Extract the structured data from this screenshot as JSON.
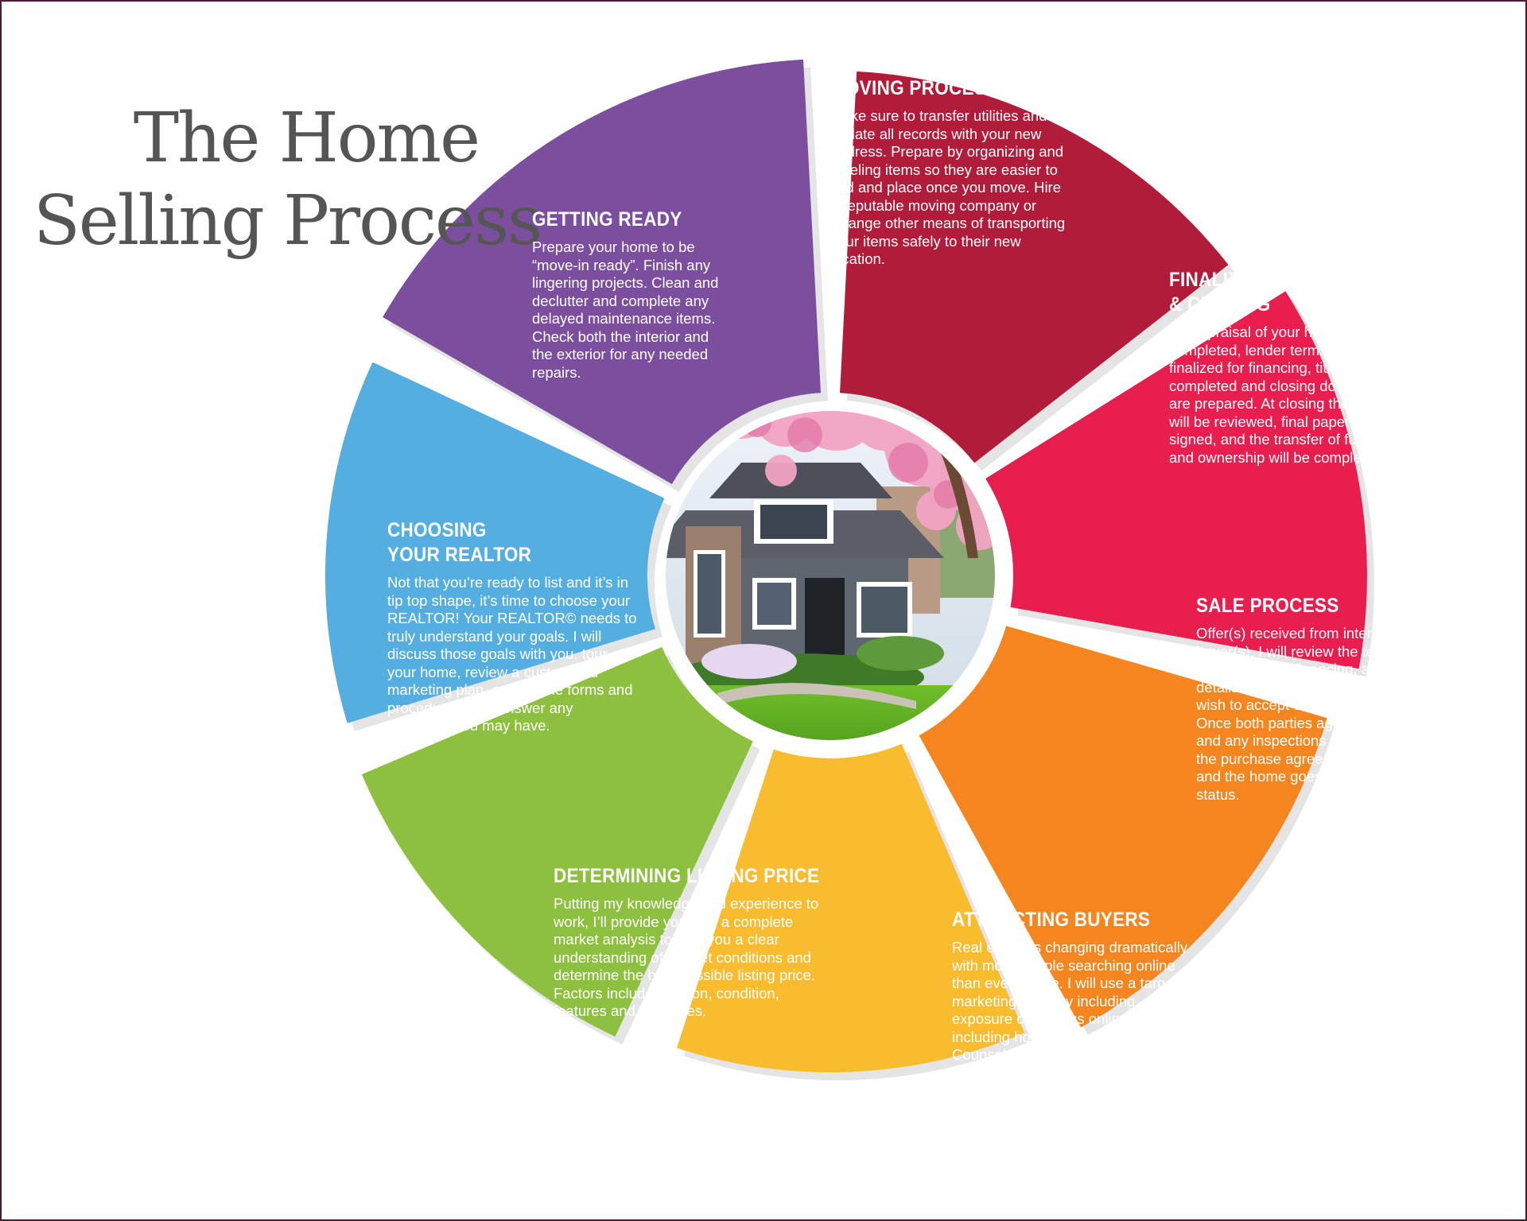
{
  "title": {
    "line1": "The Home",
    "line2": "Selling Process"
  },
  "segments": [
    {
      "key": "getting-ready",
      "heading": [
        "GETTING READY"
      ],
      "body": "Prepare your home to be “move-in ready”. Finish any lingering projects. Clean and declutter and complete any delayed maintenance items. Check both the interior and the exterior for any needed repairs.",
      "color": "#7b4f9e"
    },
    {
      "key": "moving-process",
      "heading": [
        "MOVING PROCESS"
      ],
      "body": "Make sure to transfer utilities and update all records with your new address. Prepare by organizing and labeling items so they are easier to find and place once you move. Hire a reputable moving company or arrange other means of transporting your items safely to their new location.",
      "color": "#b01c3a"
    },
    {
      "key": "finalizing-details-closing",
      "heading": [
        "FINALIZING DETAILS",
        "& CLOSING"
      ],
      "body": "An appraisal of your home is completed, lender terms are finalized for financing, title search is completed and closing documents are prepared. At closing the contract will be reviewed, final paperwork signed, and the transfer of funds and ownership will be completed.",
      "color": "#e81e4e"
    },
    {
      "key": "sale-process",
      "heading": [
        "SALE PROCESS"
      ],
      "body": "Offer(s) received from interested buyer(s). I will review the terms, contingencies, financing, and other details with you to determine if you wish to accept or counter the offer. Once both parties agree to terms and any inspections are completed, the purchase agreement is finalized and the home goes into “pending” status.",
      "color": "#f5861f"
    },
    {
      "key": "attracting-buyers",
      "heading": [
        "ATTRACTING BUYERS"
      ],
      "body": "Real estate is changing dramatically with more people searching online than ever before. I will use a targeted marketing strategy including exposure on various online sites including home search sites, CounselorRealty.com, and other brokerage sites, to gain maximum exposure.",
      "color": "#f8bc2e"
    },
    {
      "key": "determining-listing-price",
      "heading": [
        "DETERMINING LISTING PRICE"
      ],
      "body": "Putting my knowledge and experience to work, I’ll provide you with a complete market analysis to give you a clear understanding of  market conditions and determine the best possible listing price. Factors include location, condition, features and amenities.",
      "color": "#8cc03e"
    },
    {
      "key": "choosing-your-realtor",
      "heading": [
        "CHOOSING",
        "YOUR REALTOR"
      ],
      "body": "Not that you’re ready to list and it’s in tip top shape, it’s time to choose your REALTOR! Your REALTOR© needs to truly understand your goals. I will discuss those goals with you, tour your home, review a customized marketing plan, explain the forms and procedures, and answer any questions you may have.",
      "color": "#55aee0"
    }
  ],
  "colors": {
    "title": "#555555",
    "frame": "#4a1a35",
    "shadow": "#dcdcdc"
  }
}
